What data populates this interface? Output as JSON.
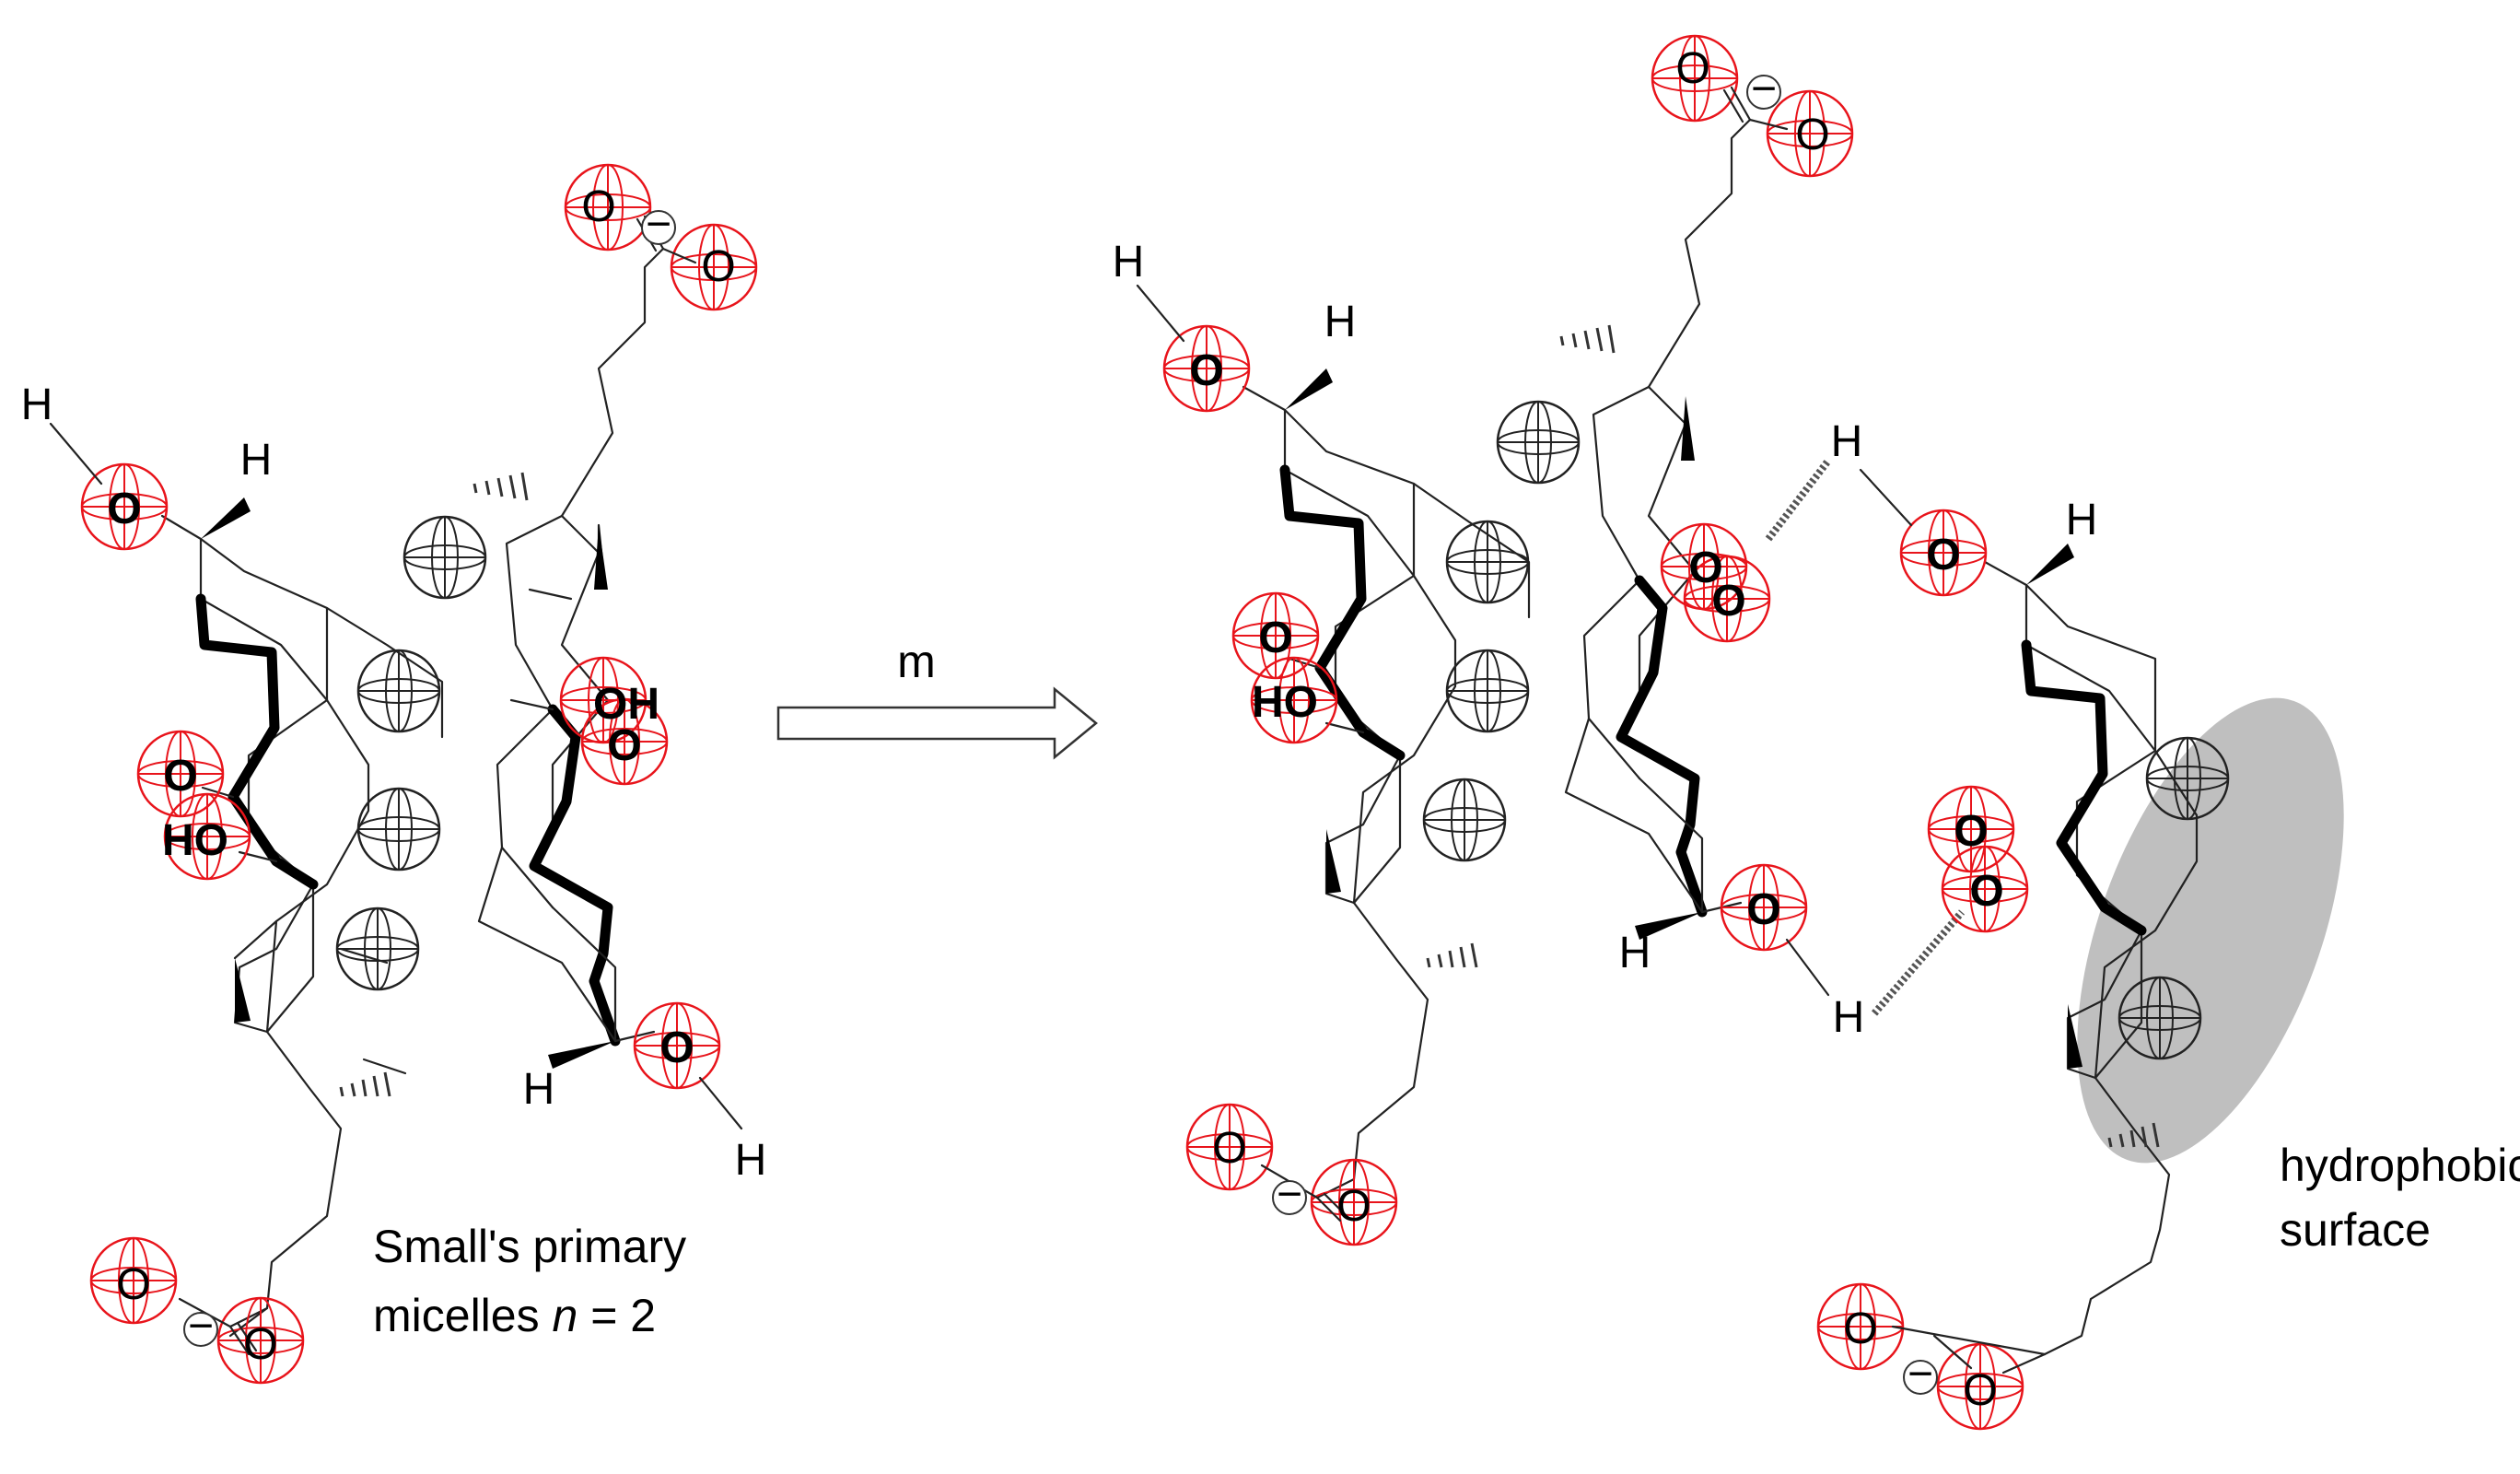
{
  "labels": {
    "arrow": "m",
    "primary_line1": "Small's primary",
    "primary_line2_prefix": "micelles ",
    "primary_line2_n": "n",
    "primary_line2_suffix": " = 2",
    "surface_line1": "hydrophobic",
    "surface_line2": "surface"
  },
  "atoms": {
    "H": "H",
    "O": "O",
    "HO": "HO",
    "OH": "OH",
    "minus": "−"
  },
  "colors": {
    "oxygen_sphere": "#e8141b",
    "methyl_sphere": "#222222",
    "hydrophobic_patch": "#b8b8b8"
  }
}
